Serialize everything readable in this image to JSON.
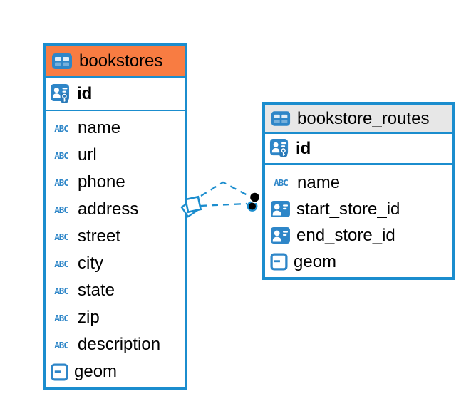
{
  "diagram": {
    "colors": {
      "table_border": "#1b8dce",
      "bookstores_header_bg": "#f87c42",
      "routes_header_bg": "#e7e7e7",
      "icon_blue": "#2e86c8",
      "text_color": "#000000",
      "connector_blue": "#1b8dce",
      "connector_dot": "#000000"
    },
    "varchar_icon_text": "ABC",
    "tables": [
      {
        "title": "bookstores",
        "primary_key": {
          "label": "id"
        },
        "fields": [
          {
            "label": "name",
            "type": "varchar"
          },
          {
            "label": "url",
            "type": "varchar"
          },
          {
            "label": "phone",
            "type": "varchar"
          },
          {
            "label": "address",
            "type": "varchar"
          },
          {
            "label": "street",
            "type": "varchar"
          },
          {
            "label": "city",
            "type": "varchar"
          },
          {
            "label": "state",
            "type": "varchar"
          },
          {
            "label": "zip",
            "type": "varchar"
          },
          {
            "label": "description",
            "type": "varchar"
          },
          {
            "label": "geom",
            "type": "geometry"
          }
        ]
      },
      {
        "title": "bookstore_routes",
        "primary_key": {
          "label": "id"
        },
        "fields": [
          {
            "label": "name",
            "type": "varchar"
          },
          {
            "label": "start_store_id",
            "type": "foreign-key"
          },
          {
            "label": "end_store_id",
            "type": "foreign-key"
          },
          {
            "label": "geom",
            "type": "geometry"
          }
        ]
      }
    ],
    "relationship": {
      "style": "dashed",
      "from": "bookstores",
      "to": "bookstore_routes"
    }
  }
}
